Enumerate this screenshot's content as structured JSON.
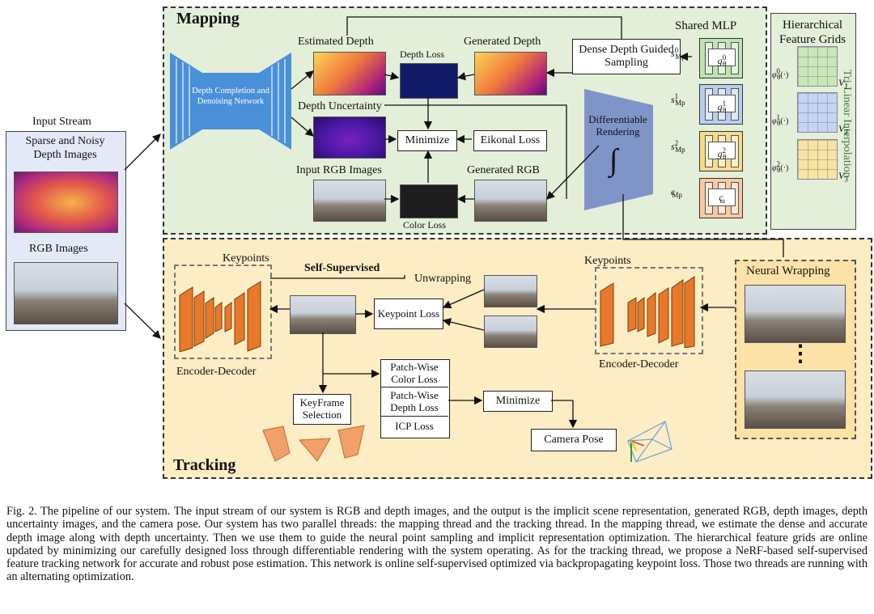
{
  "input": {
    "title": "Input Stream",
    "depth_label": "Sparse and Noisy Depth Images",
    "rgb_label": "RGB Images"
  },
  "mapping": {
    "title": "Mapping",
    "network_label": "Depth Completion and Denoising Network",
    "estimated_depth": "Estimated Depth",
    "depth_loss": "Depth Loss",
    "generated_depth": "Generated Depth",
    "dense_depth": "Dense Depth Guided Sampling",
    "shared_mlp": "Shared MLP",
    "hierarchical_grids": "Hierarchical Feature Grids",
    "depth_uncertainty": "Depth Uncertainty",
    "minimize": "Minimize",
    "eikonal_loss": "Eikonal Loss",
    "input_rgb": "Input RGB Images",
    "generated_rgb": "Generated RGB",
    "color_loss": "Color Loss",
    "diff_rendering": "Differentiable Rendering",
    "integral": "∫",
    "trilinear": "Tri-Linear Interpolation",
    "mlp": [
      {
        "label": "g",
        "sup": "0",
        "sub": "θ",
        "signal": "s",
        "signal_sup": "0",
        "signal_sub": "Mp",
        "phi": "φ",
        "phi_sup": "0",
        "phi_sub": "θ",
        "phi_arg": "(·)",
        "grid": "V",
        "grid_sub": "1",
        "color": "#bfe3b3"
      },
      {
        "label": "g",
        "sup": "1",
        "sub": "θ",
        "signal": "s",
        "signal_sup": "1",
        "signal_sub": "Mp",
        "phi": "φ",
        "phi_sup": "1",
        "phi_sub": "θ",
        "phi_arg": "(·)",
        "grid": "V",
        "grid_sub": "2",
        "color": "#b9cdef"
      },
      {
        "label": "g",
        "sup": "2",
        "sub": "θ",
        "signal": "s",
        "signal_sup": "2",
        "signal_sub": "Mp",
        "phi": "φ",
        "phi_sup": "2",
        "phi_sub": "θ",
        "phi_arg": "(·)",
        "grid": "V",
        "grid_sub": "3",
        "color": "#f5dc8c"
      },
      {
        "label": "c",
        "sup": "",
        "sub": "ω",
        "signal": "c",
        "signal_sup": "",
        "signal_sub": "Mp",
        "phi": "",
        "phi_sup": "",
        "phi_sub": "",
        "phi_arg": "",
        "grid": "",
        "grid_sub": "",
        "color": "#f7c9a0"
      }
    ]
  },
  "tracking": {
    "title": "Tracking",
    "keypoints_left": "Keypoints",
    "self_supervised": "Self-Supervised",
    "unwrapping": "Unwrapping",
    "keypoint_loss": "Keypoint Loss",
    "keypoints_right": "Keypoints",
    "neural_wrapping": "Neural Wrapping",
    "encoder_decoder_left": "Encoder-Decoder",
    "encoder_decoder_right": "Encoder-Decoder",
    "patch_color": "Patch-Wise Color Loss",
    "patch_depth": "Patch-Wise Depth Loss",
    "icp": "ICP Loss",
    "keyframe": "KeyFrame Selection",
    "minimize": "Minimize",
    "camera_pose": "Camera Pose",
    "dots": "⋮"
  },
  "caption": "Fig. 2.  The pipeline of our system. The input stream of our system is RGB and depth images, and the output is the implicit scene representation, generated RGB, depth images, depth uncertainty images, and the camera pose. Our system has two parallel threads: the mapping thread and the tracking thread. In the mapping thread, we estimate the dense and accurate depth image along with depth uncertainty. Then we use them to guide the neural point sampling and implicit representation optimization. The hierarchical feature grids are online updated by minimizing our carefully designed loss through differentiable rendering with the system operating. As for the tracking thread, we propose a NeRF-based self-supervised feature tracking network for accurate and robust pose estimation. This network is online self-supervised optimized via backpropagating keypoint loss. Those two threads are running with an alternating optimization.",
  "colors": {
    "mapping_bg": "#e3efd8",
    "tracking_bg": "#fdedc4",
    "input_bg": "#e3e9f6",
    "network_blue": "#4a90d9",
    "render_blue": "#7f95c9",
    "encoder_orange": "#e8792b"
  }
}
